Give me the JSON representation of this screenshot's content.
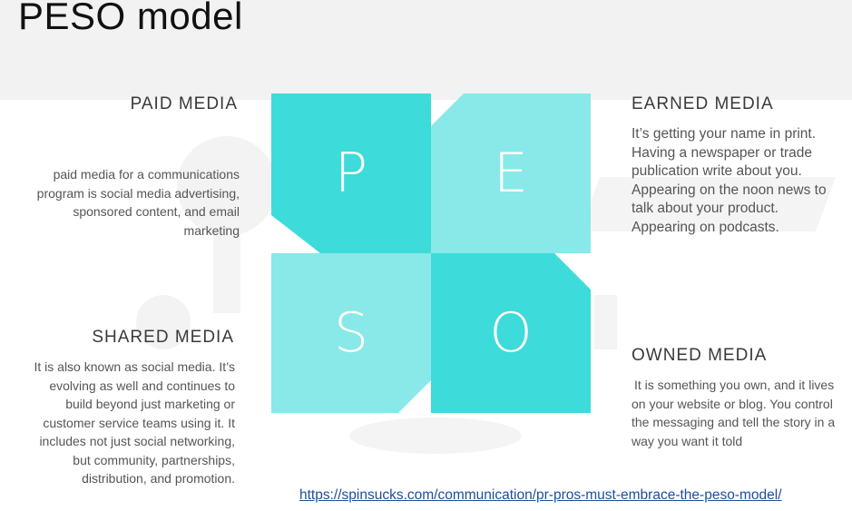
{
  "slide": {
    "title": "PESO model"
  },
  "quadrants": [
    {
      "letter": "P",
      "heading": "PAID MEDIA",
      "description": "paid media for a communications program is social media advertising, sponsored content, and email marketing"
    },
    {
      "letter": "E",
      "heading": "EARNED MEDIA",
      "description": "It’s getting your name in print. Having a newspaper or trade publication write about you. Appearing on the noon news to talk about your product. Appearing on podcasts."
    },
    {
      "letter": "S",
      "heading": "SHARED MEDIA",
      "description": "It is also known as social media. It’s evolving as well and continues to build beyond just marketing or customer service teams using it. It includes not just social networking, but community, partnerships, distribution, and promotion."
    },
    {
      "letter": "O",
      "heading": "OWNED MEDIA",
      "description": "It is something you own, and it lives on your website or blog. You control the messaging and tell the story in a way you want it told"
    }
  ],
  "source": {
    "link_text": "https://spinsucks.com/communication/pr-pros-must-embrace-the-peso-model/"
  },
  "colors": {
    "dark_teal": "#3ddbd9",
    "light_teal": "#88e9e8",
    "title_band": "#f2f2f2",
    "link": "#1f4e9c"
  }
}
